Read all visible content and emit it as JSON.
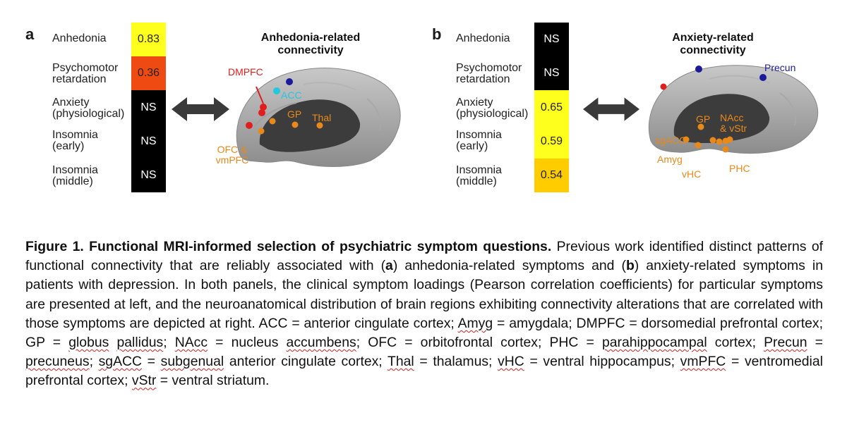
{
  "panel_a": {
    "letter": "a",
    "title_line1": "Anhedonia-related",
    "title_line2": "connectivity",
    "symptoms": [
      {
        "label1": "Anhedonia",
        "label2": "",
        "value": "0.83",
        "color": "#ffff1e",
        "text_color": "#222222"
      },
      {
        "label1": "Psychomotor",
        "label2": "retardation",
        "value": "0.36",
        "color": "#ef4a12",
        "text_color": "#222222"
      },
      {
        "label1": "Anxiety",
        "label2": "(physiological)",
        "value": "NS",
        "color": "#000000",
        "text_color": "#ffffff"
      },
      {
        "label1": "Insomnia",
        "label2": "(early)",
        "value": "NS",
        "color": "#000000",
        "text_color": "#ffffff"
      },
      {
        "label1": "Insomnia",
        "label2": "(middle)",
        "value": "NS",
        "color": "#000000",
        "text_color": "#ffffff"
      }
    ],
    "regions": {
      "dmpfc": "DMPFC",
      "acc": "ACC",
      "gp": "GP",
      "thal": "Thal",
      "ofc1": "OFC &",
      "ofc2": "vmPFC"
    }
  },
  "panel_b": {
    "letter": "b",
    "title_line1": "Anxiety-related",
    "title_line2": "connectivity",
    "symptoms": [
      {
        "label1": "Anhedonia",
        "label2": "",
        "value": "NS",
        "color": "#000000",
        "text_color": "#ffffff"
      },
      {
        "label1": "Psychomotor",
        "label2": "retardation",
        "value": "NS",
        "color": "#000000",
        "text_color": "#ffffff"
      },
      {
        "label1": "Anxiety",
        "label2": "(physiological)",
        "value": "0.65",
        "color": "#ffff1e",
        "text_color": "#222222"
      },
      {
        "label1": "Insomnia",
        "label2": "(early)",
        "value": "0.59",
        "color": "#ffff1e",
        "text_color": "#222222"
      },
      {
        "label1": "Insomnia",
        "label2": "(middle)",
        "value": "0.54",
        "color": "#ffcc00",
        "text_color": "#222222"
      }
    ],
    "regions": {
      "precun": "Precun",
      "gp": "GP",
      "nacc1": "NAcc",
      "nacc2": "& vStr",
      "sgacc": "sgACC",
      "amyg": "Amyg",
      "vhc": "vHC",
      "phc": "PHC"
    }
  },
  "colors": {
    "orange": "#e8891a",
    "red": "#e01e1e",
    "cyan": "#22c8e0",
    "blue": "#1a1a9a"
  },
  "caption": {
    "title": "Figure 1. Functional MRI-informed selection of psychiatric symptom questions.",
    "s1": " Previous work identified distinct patterns of functional connectivity that are reliably associated with (",
    "a": "a",
    "s2": ") anhedonia-related symptoms and (",
    "b": "b",
    "s3": ") anxiety-related symptoms in patients with depression. In both panels, the clinical symptom loadings (Pearson correlation coefficients) for particular symptoms are presented at left, and the neuroanatomical distribution of brain regions exhibiting connectivity alterations that are correlated with those symptoms are depicted at right. ACC = anterior cingulate cortex; ",
    "w_amyg": "Amyg",
    "s4": " = amygdala; DMPFC = dorsomedial prefrontal cortex; GP = ",
    "w_globus": "globus",
    "s5": " ",
    "w_pallidus": "pallidus",
    "s6": "; ",
    "w_nacc": "NAcc",
    "s7": " = nucleus ",
    "w_accumbens": "accumbens",
    "s8": "; OFC = orbitofrontal cortex; PHC = ",
    "w_parahipp": "parahippocampal",
    "s9": " cortex; ",
    "w_precun": "Precun",
    "s10": " = ",
    "w_precuneus": "precuneus",
    "s11": "; ",
    "w_sgacc": "sgACC",
    "s12": " = ",
    "w_subgenual": "subgenual",
    "s13": " anterior cingulate cortex; ",
    "w_thal": "Thal",
    "s14": " = thalamus; ",
    "w_vhc": "vHC",
    "s15": " = ventral hippocampus; ",
    "w_vmpfc": "vmPFC",
    "s16": " = ventromedial prefrontal cortex; ",
    "w_vstr": "vStr",
    "s17": " = ventral striatum."
  }
}
